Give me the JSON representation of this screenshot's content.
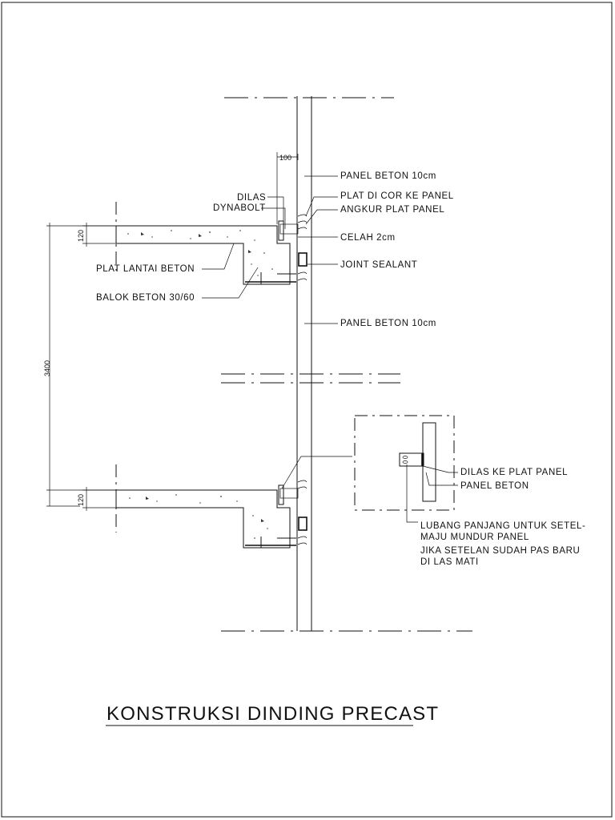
{
  "title": "KONSTRUKSI DINDING PRECAST",
  "dimensions": {
    "panel_offset": "100",
    "slab_thickness_top": "120",
    "slab_thickness_bottom": "120",
    "floor_height": "3400"
  },
  "labels": {
    "panel_beton_top": "PANEL BETON 10cm",
    "plat_di_cor": "PLAT DI COR KE PANEL",
    "angkur_plat_panel": "ANGKUR PLAT PANEL",
    "dilas": "DILAS",
    "dynabolt": "DYNABOLT",
    "celah": "CELAH 2cm",
    "joint_sealant": "JOINT SEALANT",
    "plat_lantai_beton": "PLAT LANTAI BETON",
    "balok_beton": "BALOK BETON 30/60",
    "panel_beton_mid": "PANEL BETON 10cm"
  },
  "detail": {
    "dilas_ke_plat_panel": "DILAS KE PLAT PANEL",
    "panel_beton": "PANEL BETON",
    "note_lines": [
      "LUBANG PANJANG UNTUK SETEL-",
      "MAJU MUNDUR PANEL",
      "JIKA SETELAN SUDAH PAS BARU",
      "DI LAS MATI"
    ]
  }
}
